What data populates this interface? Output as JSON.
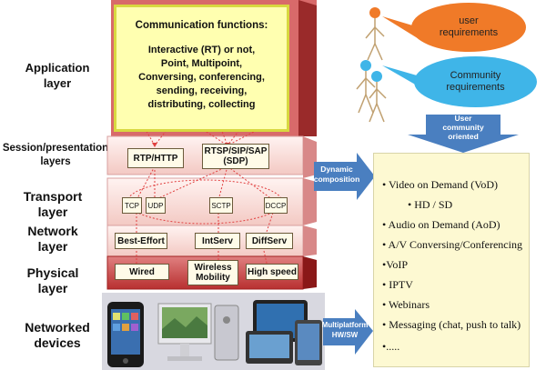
{
  "layers": [
    {
      "key": "application",
      "label": "Application\nlayer"
    },
    {
      "key": "session",
      "label": "Session/presentation\nlayers"
    },
    {
      "key": "transport",
      "label": "Transport\nlayer"
    },
    {
      "key": "network",
      "label": "Network\nlayer"
    },
    {
      "key": "physical",
      "label": "Physical\nlayer"
    },
    {
      "key": "devices",
      "label": "Networked\ndevices"
    }
  ],
  "app_box": {
    "title": "Communication functions:",
    "body": "Interactive (RT) or not,\nPoint, Multipoint,\nConversing, conferencing,\nsending, receiving,\ndistributing, collecting"
  },
  "session_boxes": [
    "RTP/HTTP",
    "RTSP/SIP/SAP\n(SDP)"
  ],
  "transport_boxes": [
    "TCP",
    "UDP",
    "SCTP",
    "DCCP"
  ],
  "network_boxes": [
    "Best-Effort",
    "IntServ",
    "DiffServ"
  ],
  "physical_boxes": [
    "Wired",
    "Wireless\nMobility",
    "High speed"
  ],
  "actors": {
    "user_requirements": "user\nrequirements",
    "community_requirements": "Community\nrequirements",
    "user_community_oriented": "User\ncommunity\noriented"
  },
  "arrows": {
    "dynamic_composition": "Dynamic\ncomposition",
    "multiplatform": "Multiplatform\nHW/SW"
  },
  "services": [
    "• Video on Demand (VoD)",
    "• HD / SD",
    "• Audio on Demand (AoD)",
    "• A/V Conversing/Conferencing",
    "•VoIP",
    "• IPTV",
    "• Webinars",
    "• Messaging (chat, push to talk)",
    "•....."
  ],
  "colors": {
    "slab_light": "#fbe3e0",
    "slab_mid": "#d86060",
    "slab_dark": "#b02020",
    "app_fill": "#ffffb0",
    "bubble_orange": "#f07a28",
    "bubble_blue": "#3fb5e8",
    "arrow_blue": "#4a7fc0",
    "service_bg": "#fdf9d2"
  }
}
